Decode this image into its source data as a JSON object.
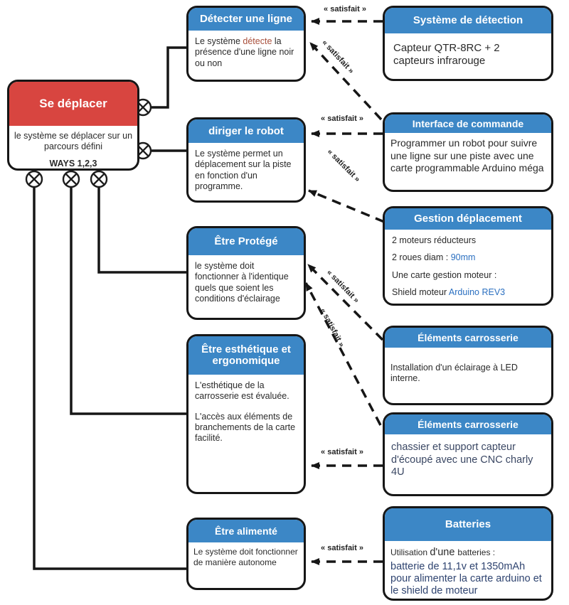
{
  "root": {
    "title": "Se déplacer",
    "line1": "le système se déplacer sur un parcours défini",
    "line2": "WAYS 1,2,3"
  },
  "req1": {
    "title": "Détecter une ligne",
    "t1": "Le système ",
    "t2": "détecte",
    "t3": " la présence d'une ligne noir ou non"
  },
  "req2": {
    "title": "diriger le robot",
    "body": "Le système permet un déplacement sur la piste en fonction d'un programme."
  },
  "req3": {
    "title": "Être Protégé",
    "body": "le système doit fonctionner à l'identique quels que soient les conditions d'éclairage"
  },
  "req4": {
    "title": "Être esthétique et ergonomique",
    "p1": "L'esthétique de la carrosserie est évaluée.",
    "p2": "L'accès aux éléments de branchements de la carte facilité."
  },
  "req5": {
    "title": "Être alimenté",
    "body": "Le système doit fonctionner de manière autonome"
  },
  "sol1": {
    "title": "Système de détection",
    "body": "Capteur QTR-8RC + 2 capteurs infrarouge"
  },
  "sol2": {
    "title": "Interface de commande",
    "body": "Programmer un robot pour suivre une ligne sur une piste avec une carte programmable Arduino méga"
  },
  "sol3": {
    "title": "Gestion déplacement",
    "l1": "2 moteurs réducteurs",
    "l2a": "2 roues diam : ",
    "l2b": "90mm",
    "l3": "Une carte gestion moteur :",
    "l4a": "Shield moteur ",
    "l4b": "Arduino REV3"
  },
  "sol4": {
    "title": "Éléments carrosserie",
    "body": "Installation d'un éclairage à LED interne."
  },
  "sol5": {
    "title": "Éléments carrosserie",
    "body": "chassier et support capteur d'écoupé avec une CNC charly 4U"
  },
  "sol6": {
    "title": "Batteries",
    "l1a": "Utilisation ",
    "l1b": "d'une ",
    "l1c": " batteries :",
    "l2": "batterie de 11,1v et 1350mAh pour alimenter la carte arduino et le shield de moteur"
  },
  "labels": {
    "satisfait": "« satisfait »"
  },
  "colors": {
    "header_blue": "#3c87c6",
    "header_red": "#d84540",
    "accent_blue": "#2a6fc0",
    "accent_red": "#a9503c",
    "wire_black": "#161616"
  }
}
